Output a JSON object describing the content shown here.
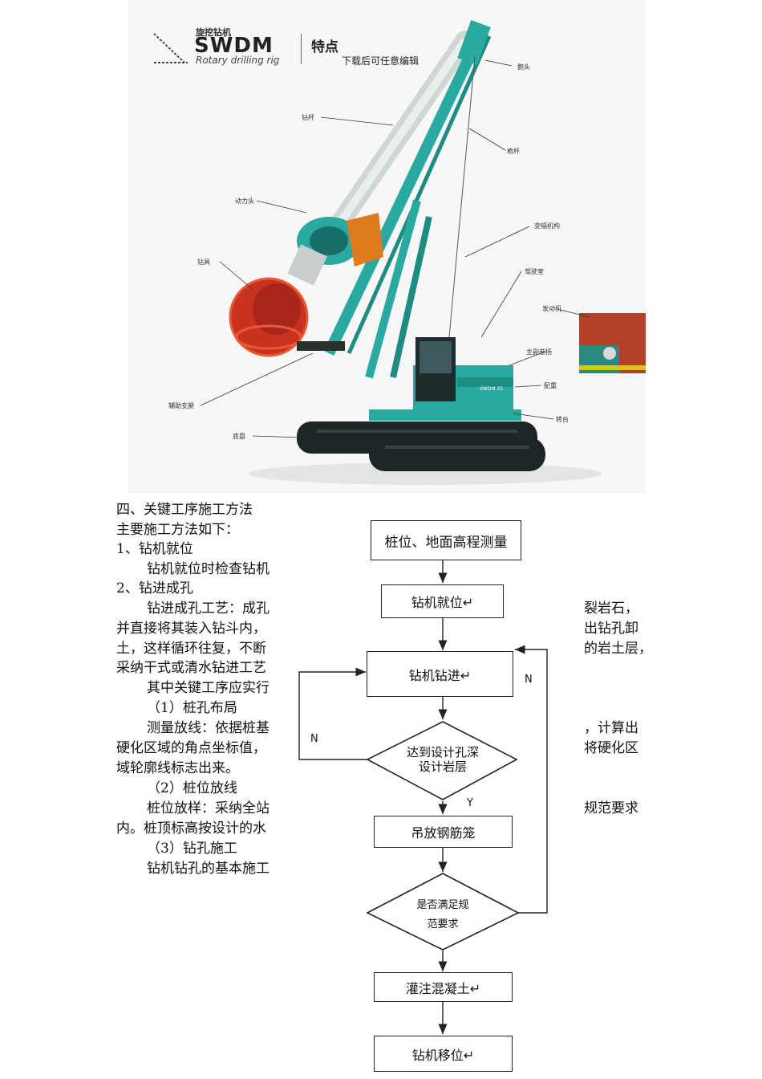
{
  "brochure": {
    "logo_cn": "旋挖钻机",
    "logo_main": "SWDM",
    "logo_en": "Rotary drilling rig",
    "heading": "特点",
    "edit_note": "下载后可任意编辑",
    "part_labels": {
      "etou": "鹅头",
      "zuangan": "钻杆",
      "weigan": "桅杆",
      "donglitou": "动力头",
      "bianfu": "变幅机构",
      "zuanju": "钻具",
      "jiashishi": "驾驶室",
      "fadongji": "发动机",
      "zhujuanyang": "主副卷扬",
      "peizhong": "配重",
      "fuzhu": "辅助支腿",
      "zhuantai": "转台",
      "dipan": "底盘"
    },
    "cab_text": "SWDM 25"
  },
  "text": {
    "l1": "四、关键工序施工方法",
    "l2": "主要施工方法如下：",
    "l3": "1、钻机就位",
    "l4": "钻机就位时检查钻机",
    "l5": "2、钻进成孔",
    "l6a": "钻进成孔工艺：成孔",
    "l6b": "裂岩石，",
    "l7a": "并直接将其装入钻斗内，",
    "l7b": "出钻孔卸",
    "l8a": "土，这样循环往复，不断",
    "l8b": "的岩土层，",
    "l9": "采纳干式或清水钻进工艺",
    "l10": "其中关键工序应实行",
    "l11": "（1）桩孔布局",
    "l12a": "测量放线：依据桩基",
    "l12b": "，计算出",
    "l13a": "硬化区域的角点坐标值，",
    "l13b": "将硬化区",
    "l14": "域轮廓线标志出来。",
    "l15": "（2）桩位放线",
    "l16a": "桩位放样：采纳全站",
    "l16b": "规范要求",
    "l17": "内。桩顶标高按设计的水",
    "l18": "（3）钻孔施工",
    "l19": "钻机钻孔的基本施工"
  },
  "flow": {
    "n1": "桩位、地面高程测量",
    "n2": "钻机就位↵",
    "n3": "钻机钻进↵",
    "d1_line1": "达到设计孔深",
    "d1_line2": "设计岩层",
    "n4": "吊放钢筋笼",
    "d2_line1": "是否满足规",
    "d2_line2": "范要求",
    "n5": "灌注混凝土↵",
    "n6": "钻机移位↵",
    "label_n_left": "N",
    "label_n_right": "N",
    "label_y": "Y"
  },
  "colors": {
    "machine_teal": "#2aa9a0",
    "drill_red": "#c8321e",
    "track_dark": "#1e2526",
    "inset_red": "#b5402a",
    "inset_yellow": "#d9c41a"
  }
}
